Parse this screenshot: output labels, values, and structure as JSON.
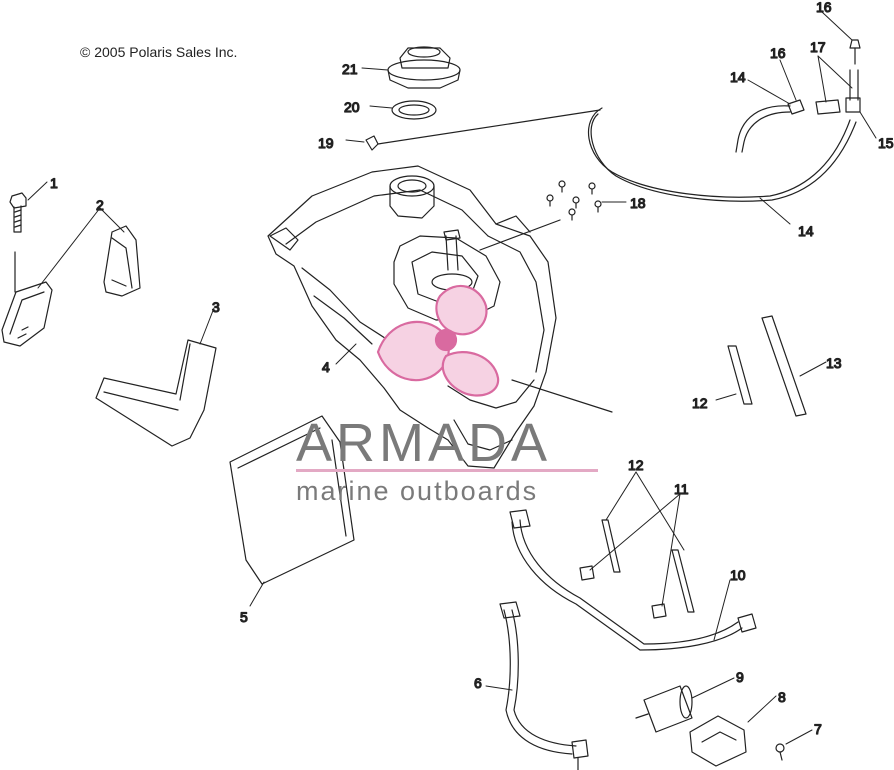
{
  "copyright": "© 2005 Polaris Sales Inc.",
  "watermark": {
    "title": "ARMADA",
    "subtitle": "marine outboards",
    "accent_color": "#d96aa0"
  },
  "callouts": [
    {
      "id": "c1",
      "label": "1"
    },
    {
      "id": "c2",
      "label": "2"
    },
    {
      "id": "c3",
      "label": "3"
    },
    {
      "id": "c4",
      "label": "4"
    },
    {
      "id": "c5",
      "label": "5"
    },
    {
      "id": "c6",
      "label": "6"
    },
    {
      "id": "c7",
      "label": "7"
    },
    {
      "id": "c8",
      "label": "8"
    },
    {
      "id": "c9",
      "label": "9"
    },
    {
      "id": "c10",
      "label": "10"
    },
    {
      "id": "c11",
      "label": "11"
    },
    {
      "id": "c12a",
      "label": "12"
    },
    {
      "id": "c12b",
      "label": "12"
    },
    {
      "id": "c13",
      "label": "13"
    },
    {
      "id": "c14a",
      "label": "14"
    },
    {
      "id": "c14b",
      "label": "14"
    },
    {
      "id": "c15",
      "label": "15"
    },
    {
      "id": "c16a",
      "label": "16"
    },
    {
      "id": "c16b",
      "label": "16"
    },
    {
      "id": "c17",
      "label": "17"
    },
    {
      "id": "c18",
      "label": "18"
    },
    {
      "id": "c19",
      "label": "19"
    },
    {
      "id": "c20",
      "label": "20"
    },
    {
      "id": "c21",
      "label": "21"
    }
  ]
}
